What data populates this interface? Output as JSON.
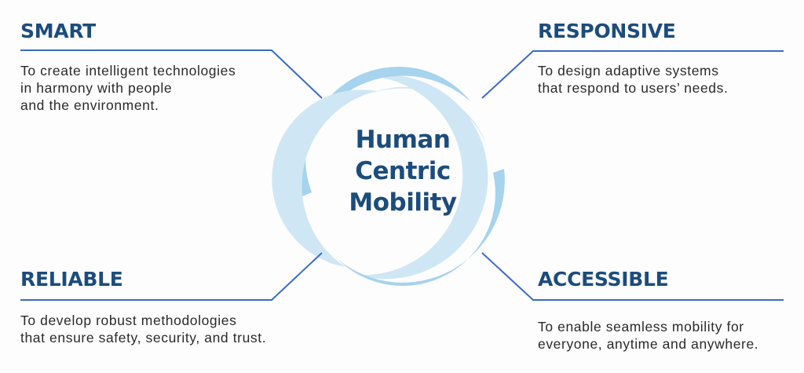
{
  "center": {
    "lines": [
      "Human",
      "Centric",
      "Mobility"
    ]
  },
  "quadrants": [
    {
      "id": "smart",
      "title": "SMART",
      "description": [
        "To create intelligent technologies",
        "in harmony with people",
        "and the environment."
      ]
    },
    {
      "id": "responsive",
      "title": "RESPONSIVE",
      "description": [
        "To design adaptive systems",
        "that respond to users’ needs."
      ]
    },
    {
      "id": "reliable",
      "title": "RELIABLE",
      "description": [
        "To develop robust methodologies",
        "that ensure safety, security, and trust."
      ]
    },
    {
      "id": "accessible",
      "title": "ACCESSIBLE",
      "description": [
        "To enable seamless mobility for",
        "everyone, anytime and anywhere."
      ]
    }
  ],
  "colors": {
    "heading": "#1c4c7c",
    "connector": "#3a6bc4",
    "ring_dark": "#a6d3ed",
    "ring_light": "#cfe7f4",
    "body_text": "#2a2a2a"
  }
}
